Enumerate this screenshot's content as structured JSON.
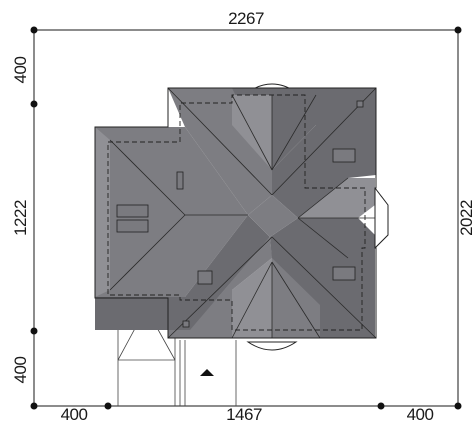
{
  "dimensions": {
    "top_total": "2267",
    "right_total": "2022",
    "left_top": "400",
    "left_middle": "1222",
    "left_bottom": "400",
    "bottom_left": "400",
    "bottom_middle": "1467",
    "bottom_right": "400"
  },
  "colors": {
    "roof_dark": "#6b6b70",
    "roof_mid": "#7d7d82",
    "roof_light": "#909095",
    "line": "#1a1a1a"
  }
}
